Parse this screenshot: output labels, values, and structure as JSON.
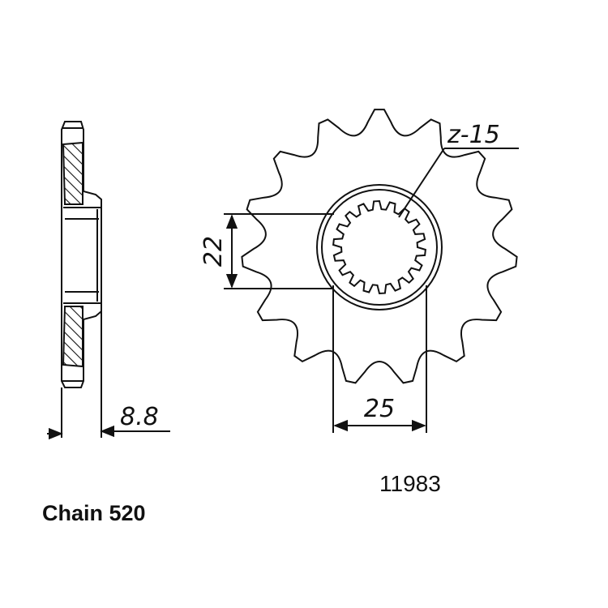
{
  "labels": {
    "teeth": "z-15",
    "dim_height": "22",
    "dim_width": "25",
    "dim_thickness": "8.8",
    "part_number": "11983",
    "chain": "Chain 520"
  },
  "sprocket": {
    "teeth_count": 15
  },
  "colors": {
    "line": "#111111",
    "background": "#ffffff"
  }
}
